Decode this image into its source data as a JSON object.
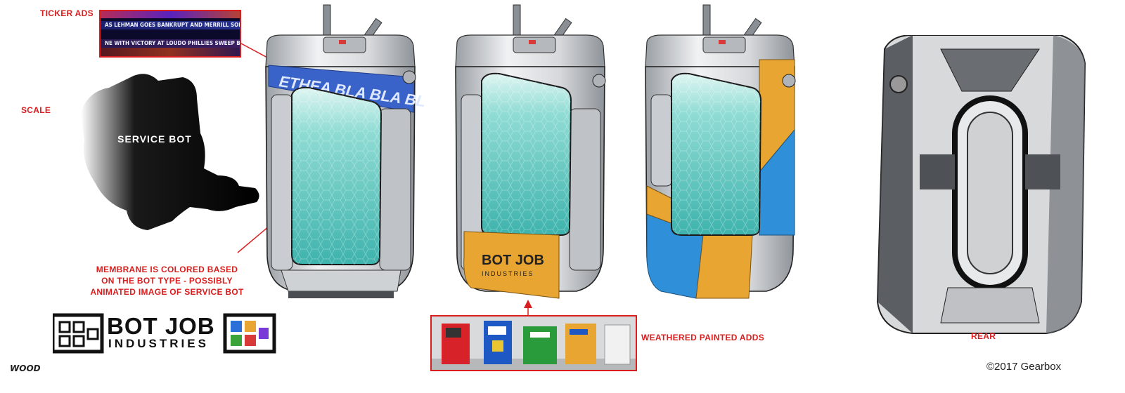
{
  "labels": {
    "ticker_ads": "TICKER ADS",
    "scale": "SCALE",
    "service_bot": "SERVICE BOT",
    "membrane_line1": "MEMBRANE IS COLORED BASED",
    "membrane_line2": "ON THE BOT TYPE - POSSIBLY",
    "membrane_line3": "ANIMATED IMAGE OF SERVICE BOT",
    "weathered": "WEATHERED PAINTED ADDS",
    "rear": "REAR"
  },
  "ticker": {
    "line1": "AS LEHMAN GOES BANKRUPT AND MERRILL SOLD TO BOFA",
    "line2": "NE WITH VICTORY AT LOUDO   PHILLIES SWEEP BRAVES"
  },
  "kiosk": {
    "band_text": "ETHEA BLA BLA BL",
    "brand_small_1": "BOT JOB",
    "brand_small_2": "INDUSTRIES"
  },
  "logo": {
    "title": "BOT JOB",
    "subtitle": "INDUSTRIES"
  },
  "copyright": "©2017 Gearbox",
  "signature": "WOOD",
  "colors": {
    "label_red": "#d81e1e",
    "membrane": "#7ed8d0",
    "ticker_blue": "#3a63c9",
    "paint_orange": "#e8a531",
    "paint_blue": "#2f8fd8"
  }
}
